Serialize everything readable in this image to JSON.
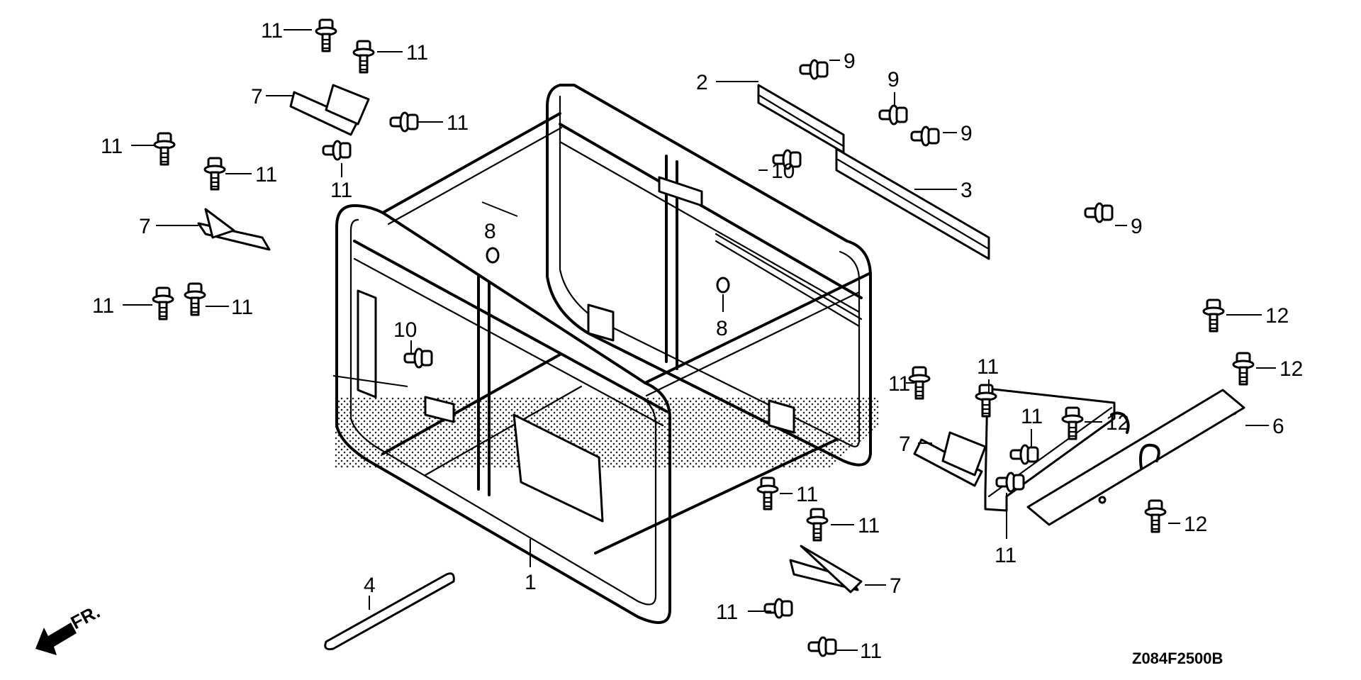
{
  "diagram": {
    "type": "exploded-parts-diagram",
    "drawing_code": "Z084F2500B",
    "direction_indicator": {
      "label": "FR.",
      "icon": "front-arrow-icon"
    },
    "callouts": [
      {
        "id": "c-11-a",
        "label": "11",
        "part": "flange-bolt"
      },
      {
        "id": "c-11-b",
        "label": "11",
        "part": "flange-bolt"
      },
      {
        "id": "c-7-a",
        "label": "7",
        "part": "bracket"
      },
      {
        "id": "c-11-c",
        "label": "11",
        "part": "flange-bolt"
      },
      {
        "id": "c-11-d",
        "label": "11",
        "part": "flange-bolt"
      },
      {
        "id": "c-11-e",
        "label": "11",
        "part": "flange-bolt"
      },
      {
        "id": "c-11-f",
        "label": "11",
        "part": "flange-bolt"
      },
      {
        "id": "c-7-b",
        "label": "7",
        "part": "bracket"
      },
      {
        "id": "c-11-g",
        "label": "11",
        "part": "flange-bolt"
      },
      {
        "id": "c-11-h",
        "label": "11",
        "part": "flange-bolt"
      },
      {
        "id": "c-2",
        "label": "2",
        "part": "rail"
      },
      {
        "id": "c-9-a",
        "label": "9",
        "part": "bolt"
      },
      {
        "id": "c-9-b",
        "label": "9",
        "part": "bolt"
      },
      {
        "id": "c-9-c",
        "label": "9",
        "part": "bolt"
      },
      {
        "id": "c-10-a",
        "label": "10",
        "part": "screw"
      },
      {
        "id": "c-3",
        "label": "3",
        "part": "rail"
      },
      {
        "id": "c-9-d",
        "label": "9",
        "part": "bolt"
      },
      {
        "id": "c-8-a",
        "label": "8",
        "part": "collar"
      },
      {
        "id": "c-8-b",
        "label": "8",
        "part": "collar"
      },
      {
        "id": "c-10-b",
        "label": "10",
        "part": "screw"
      },
      {
        "id": "c-12-a",
        "label": "12",
        "part": "bolt"
      },
      {
        "id": "c-12-b",
        "label": "12",
        "part": "bolt"
      },
      {
        "id": "c-12-c",
        "label": "12",
        "part": "bolt"
      },
      {
        "id": "c-6",
        "label": "6",
        "part": "support-bar"
      },
      {
        "id": "c-12-d",
        "label": "12",
        "part": "bolt"
      },
      {
        "id": "c-11-i",
        "label": "11",
        "part": "flange-bolt"
      },
      {
        "id": "c-11-j",
        "label": "11",
        "part": "flange-bolt"
      },
      {
        "id": "c-11-k",
        "label": "11",
        "part": "flange-bolt"
      },
      {
        "id": "c-7-c",
        "label": "7",
        "part": "bracket"
      },
      {
        "id": "c-11-l",
        "label": "11",
        "part": "flange-bolt"
      },
      {
        "id": "c-11-m",
        "label": "11",
        "part": "flange-bolt"
      },
      {
        "id": "c-11-n",
        "label": "11",
        "part": "flange-bolt"
      },
      {
        "id": "c-7-d",
        "label": "7",
        "part": "bracket"
      },
      {
        "id": "c-11-o",
        "label": "11",
        "part": "flange-bolt"
      },
      {
        "id": "c-11-p",
        "label": "11",
        "part": "flange-bolt"
      },
      {
        "id": "c-1",
        "label": "1",
        "part": "frame"
      },
      {
        "id": "c-4",
        "label": "4",
        "part": "handle-grip"
      }
    ]
  }
}
